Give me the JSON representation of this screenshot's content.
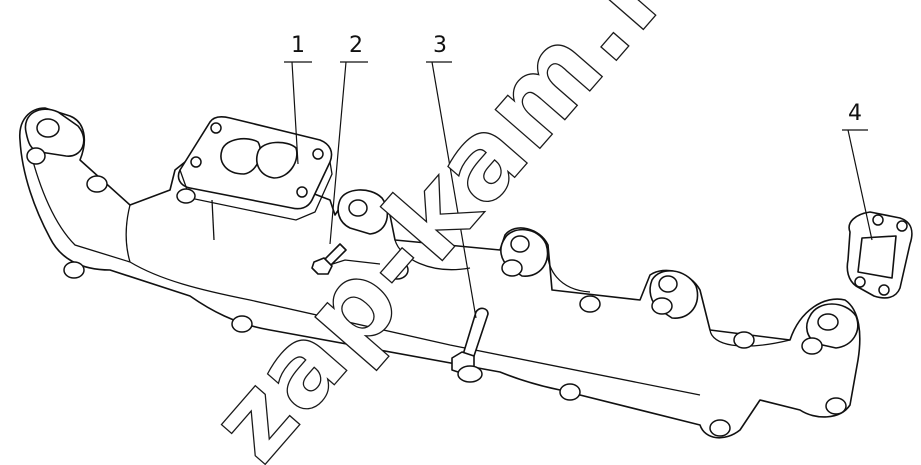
{
  "diagram": {
    "callouts": [
      {
        "id": "1",
        "label": "1"
      },
      {
        "id": "2",
        "label": "2"
      },
      {
        "id": "3",
        "label": "3"
      },
      {
        "id": "4",
        "label": "4"
      }
    ],
    "parts": [
      {
        "callout": "1",
        "icon": "exhaust-manifold-icon"
      },
      {
        "callout": "2",
        "icon": "bolt-icon"
      },
      {
        "callout": "3",
        "icon": "long-bolt-icon"
      },
      {
        "callout": "4",
        "icon": "gasket-icon"
      }
    ],
    "watermark": "zap-kam.ru",
    "colors": {
      "line": "#111111",
      "background": "#ffffff"
    }
  }
}
